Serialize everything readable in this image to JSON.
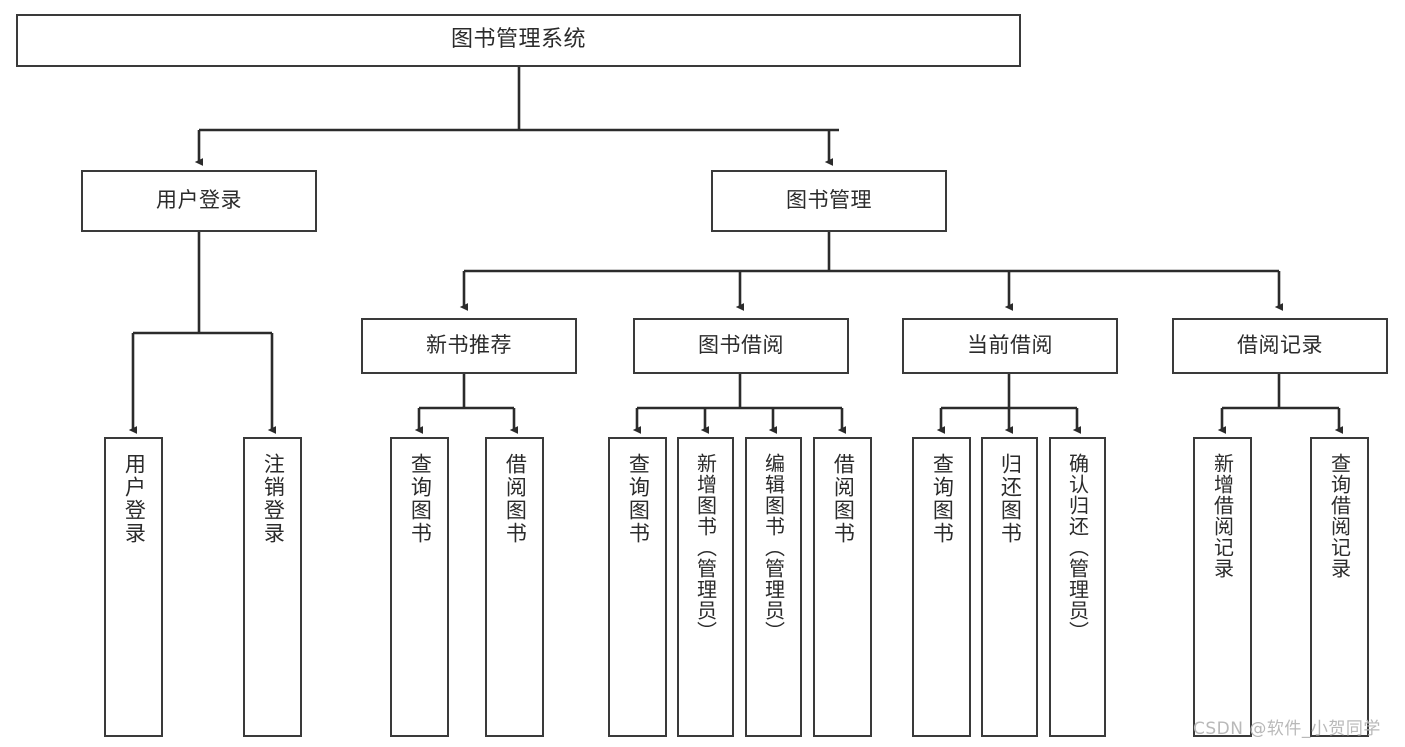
{
  "diagram": {
    "type": "tree-hierarchy",
    "title": "图书管理系统",
    "orientation": "top-down",
    "colors": {
      "box_border": "#3a3a3a",
      "box_fill": "#ffffff",
      "connector": "#2b2b2b",
      "text": "#2b2b2b",
      "watermark": "#b9b9b9",
      "background": "#ffffff"
    }
  },
  "root": {
    "label": "图书管理系统"
  },
  "level2": [
    {
      "label": "用户登录"
    },
    {
      "label": "图书管理"
    }
  ],
  "level3": [
    {
      "label": "新书推荐"
    },
    {
      "label": "图书借阅"
    },
    {
      "label": "当前借阅"
    },
    {
      "label": "借阅记录"
    }
  ],
  "leaves": {
    "user_login": [
      {
        "label": "用户登录"
      },
      {
        "label": "注销登录"
      }
    ],
    "new_book_recommend": [
      {
        "label": "查询图书"
      },
      {
        "label": "借阅图书"
      }
    ],
    "book_borrow": [
      {
        "label": "查询图书"
      },
      {
        "label": "新增图书（管理员）"
      },
      {
        "label": "编辑图书（管理员）"
      },
      {
        "label": "借阅图书"
      }
    ],
    "current_borrow": [
      {
        "label": "查询图书"
      },
      {
        "label": "归还图书"
      },
      {
        "label": "确认归还（管理员）"
      }
    ],
    "borrow_record": [
      {
        "label": "新增借阅记录"
      },
      {
        "label": "查询借阅记录"
      }
    ]
  },
  "watermark": {
    "text": "CSDN @软件_小贺同学"
  }
}
